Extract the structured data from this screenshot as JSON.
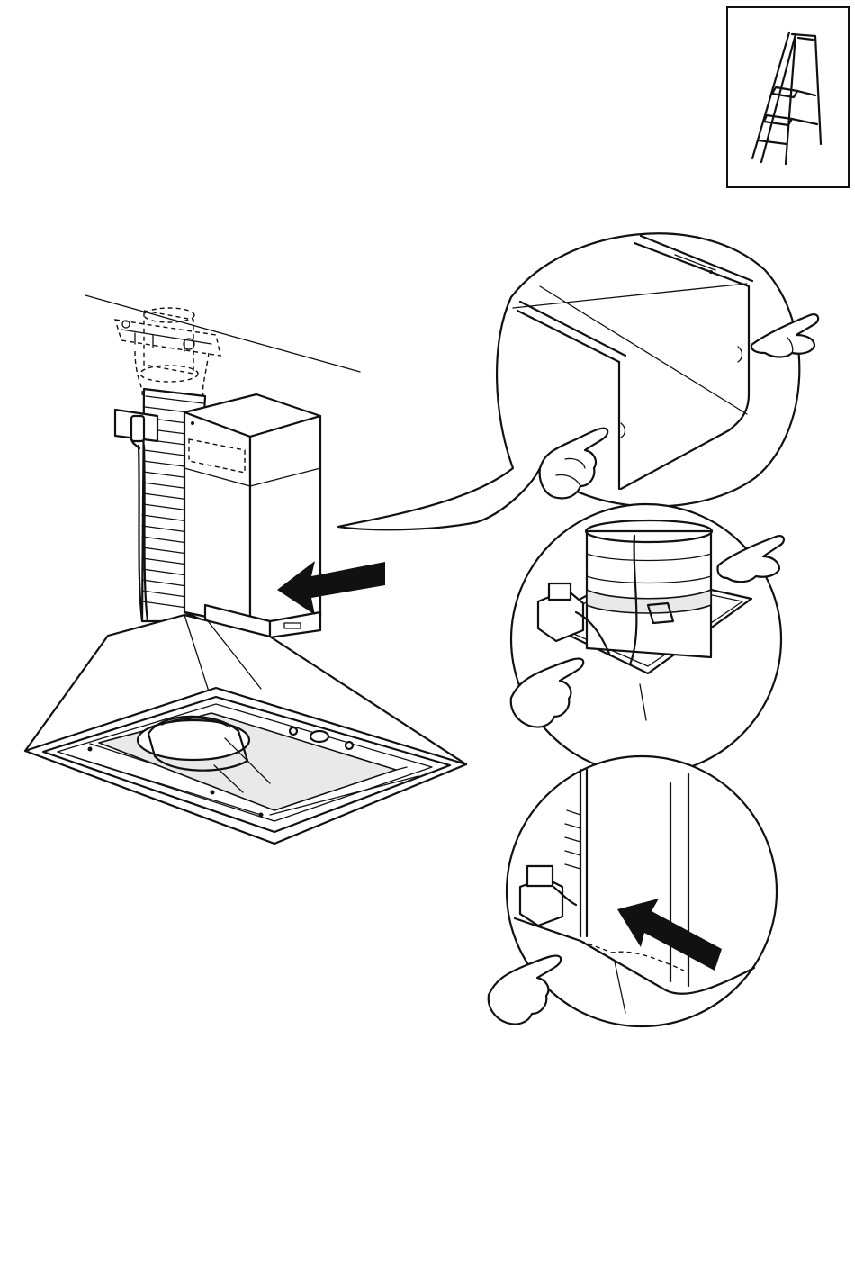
{
  "figure": {
    "ladder_box": {
      "icon": "step-ladder-icon"
    },
    "main_view": {
      "subject": "hood-icon"
    },
    "detail_circles": [
      {
        "id": "top",
        "icon": "chimney-corner-detail-icon"
      },
      {
        "id": "middle",
        "icon": "duct-clamp-detail-icon"
      },
      {
        "id": "bottom",
        "icon": "chimney-slide-detail-icon"
      }
    ],
    "colors": {
      "line": "#111111",
      "background": "#ffffff",
      "shade": "#e9e9e9"
    }
  }
}
